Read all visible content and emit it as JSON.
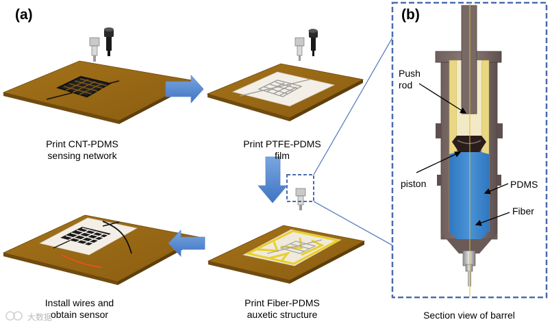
{
  "panels": {
    "a_label": "(a)",
    "b_label": "(b)"
  },
  "steps": {
    "step1_line1": "Print CNT-PDMS",
    "step1_line2": "sensing network",
    "step2_line1": "Print PTFE-PDMS",
    "step2_line2": "film",
    "step3_line1": "Print  Fiber-PDMS",
    "step3_line2": "auxetic structure",
    "step4_line1": "Install wires and",
    "step4_line2": "obtain sensor"
  },
  "barrel": {
    "push_rod_line1": "Push",
    "push_rod_line2": "rod",
    "piston": "piston",
    "pdms": "PDMS",
    "fiber": "Fiber",
    "caption": "Section view of barrel"
  },
  "watermark": "大数据"
}
